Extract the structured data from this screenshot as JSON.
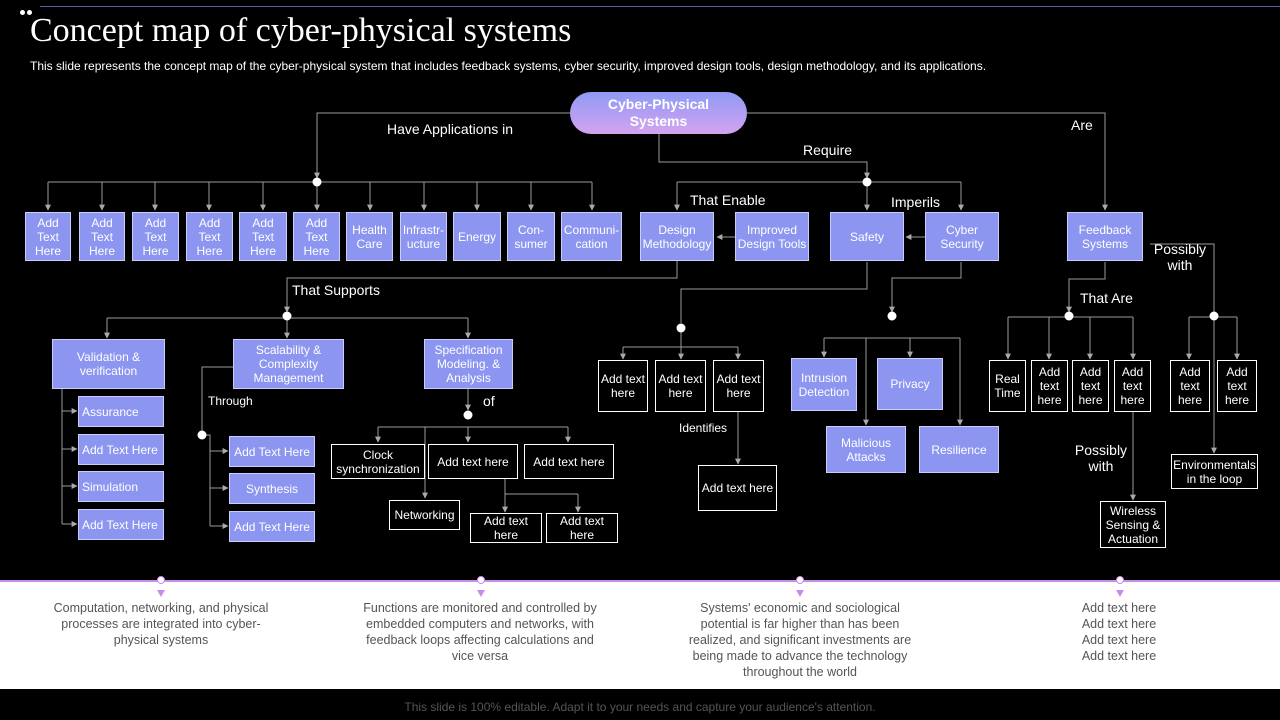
{
  "header": {
    "title": "Concept map of cyber-physical systems",
    "subtitle": "This slide represents the concept map of the cyber-physical system that includes feedback systems, cyber security, improved design tools, design methodology, and its applications."
  },
  "root": {
    "line1": "Cyber-Physical",
    "line2": "Systems"
  },
  "labels": {
    "have_applications": "Have Applications in",
    "require": "Require",
    "are": "Are",
    "that_enable": "That Enable",
    "imperils": "Imperils",
    "possibly_with_1": "Possibly with",
    "that_supports": "That Supports",
    "that_are": "That Are",
    "through": "Through",
    "of": "of",
    "identifies": "Identifies",
    "possibly_with_2": "Possibly with"
  },
  "applications": [
    "Add Text Here",
    "Add Text Here",
    "Add Text Here",
    "Add Text Here",
    "Add Text Here",
    "Add Text Here",
    "Health Care",
    "Infrastr-ucture",
    "Energy",
    "Con-sumer",
    "Communi-cation"
  ],
  "requirements": {
    "design_methodology": "Design Methodology",
    "improved_design_tools": "Improved Design Tools",
    "safety": "Safety",
    "cyber_security": "Cyber Security"
  },
  "feedback_systems": "Feedback Systems",
  "supports": {
    "validation": "Validation & verification",
    "scalability": "Scalability & Complexity Management",
    "specification": "Specification Modeling. & Analysis"
  },
  "validation_items": [
    "Assurance",
    "Add Text Here",
    "Simulation",
    "Add Text Here"
  ],
  "scalability_items": [
    "Add Text Here",
    "Synthesis",
    "Add Text Here"
  ],
  "spec_items": {
    "clock": "Clock synchronization",
    "add1": "Add text here",
    "add2": "Add text here",
    "networking": "Networking",
    "add3": "Add text here",
    "add4": "Add text here"
  },
  "safety_items": [
    "Add text here",
    "Add text here",
    "Add text here"
  ],
  "identifies_item": "Add text here",
  "security_items": {
    "intrusion": "Intrusion Detection",
    "privacy": "Privacy",
    "malicious": "Malicious Attacks",
    "resilience": "Resilience"
  },
  "feedback_items": [
    "Real Time",
    "Add text here",
    "Add text here",
    "Add text here"
  ],
  "feedback_possibly": [
    "Add text here",
    "Add text here"
  ],
  "wireless": "Wireless Sensing & Actuation",
  "environmentals": "Environmentals in the loop",
  "bottom_notes": [
    "Computation, networking, and physical processes are integrated into cyber-physical systems",
    "Functions are monitored and controlled by embedded computers and networks, with feedback loops affecting calculations and vice versa",
    "Systems' economic and sociological potential is far higher than has been realized, and significant investments are being made to advance the technology throughout the world",
    "Add text here\nAdd text here\nAdd text here\nAdd text here"
  ],
  "footer": "This slide is 100% editable. Adapt it to your needs and capture your audience's attention.",
  "colors": {
    "node_fill": "#8c95f0",
    "accent": "#c98ce8",
    "background": "#000000"
  }
}
